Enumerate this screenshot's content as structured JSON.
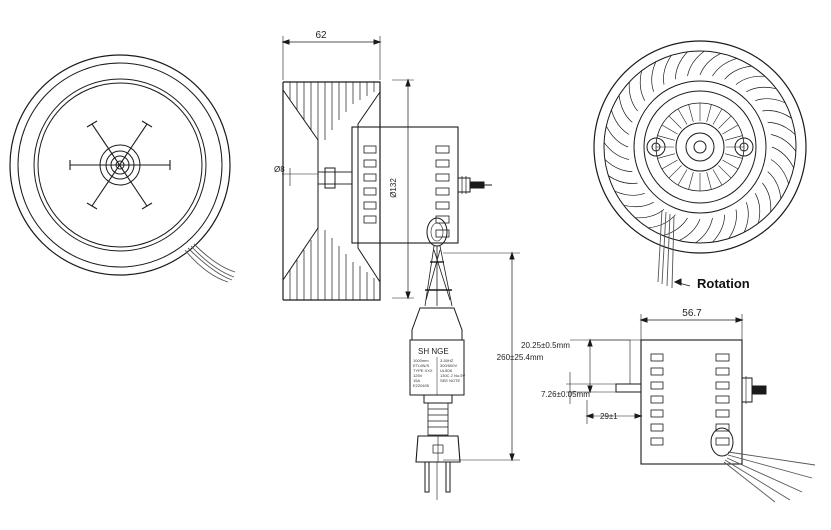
{
  "dimensions": {
    "width_62": "62",
    "diameter_132": "Ø132",
    "shaft_8": "Ø8",
    "cable_length": "260±25.4mm",
    "width_56_7": "56.7",
    "height_20_25": "20.25±0.5mm",
    "shaft_7_26": "7.26±0.05mm",
    "offset_29": "29±1"
  },
  "rotation_label": "Rotation",
  "plug_label": {
    "brand": "SH NGE",
    "left_lines": [
      "1000mm",
      "ETL6N/S",
      "TYPE XXX",
      "125V",
      "15A",
      "E220405"
    ],
    "right_lines": [
      "3-50HZ",
      "300/500V",
      "UL508",
      "130C 2 No.5V",
      "SEE NOTE"
    ]
  },
  "colors": {
    "line": "#1a1a1a",
    "light_line": "#555555",
    "background": "#ffffff"
  }
}
